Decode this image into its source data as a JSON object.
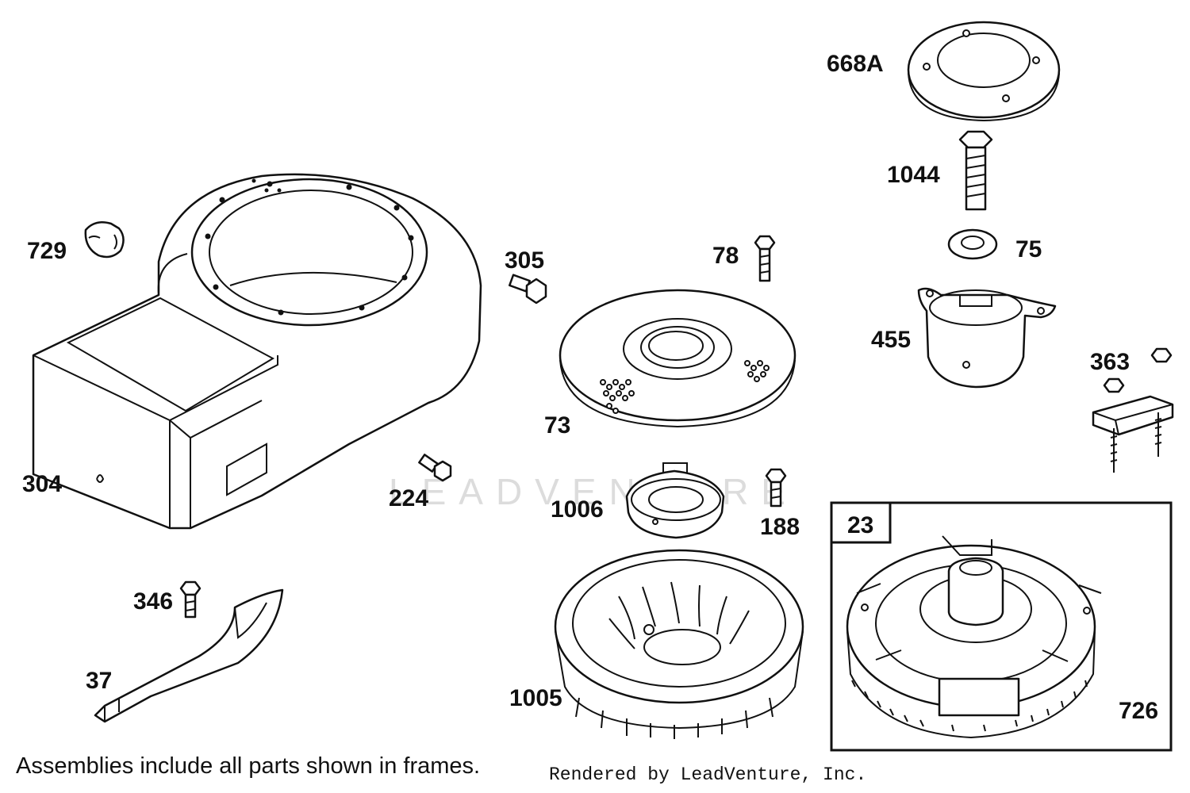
{
  "diagram": {
    "watermark": "LEADVENTURE",
    "callouts": {
      "p668a": "668A",
      "p1044": "1044",
      "p75": "75",
      "p455": "455",
      "p363": "363",
      "p729": "729",
      "p305": "305",
      "p78": "78",
      "p304": "304",
      "p73": "73",
      "p224": "224",
      "p1006": "1006",
      "p188": "188",
      "p23": "23",
      "p346": "346",
      "p37": "37",
      "p1005": "1005",
      "p726": "726"
    },
    "footer": {
      "note": "Assemblies include all parts shown in frames.",
      "rendered_by": "Rendered by LeadVenture, Inc."
    }
  }
}
